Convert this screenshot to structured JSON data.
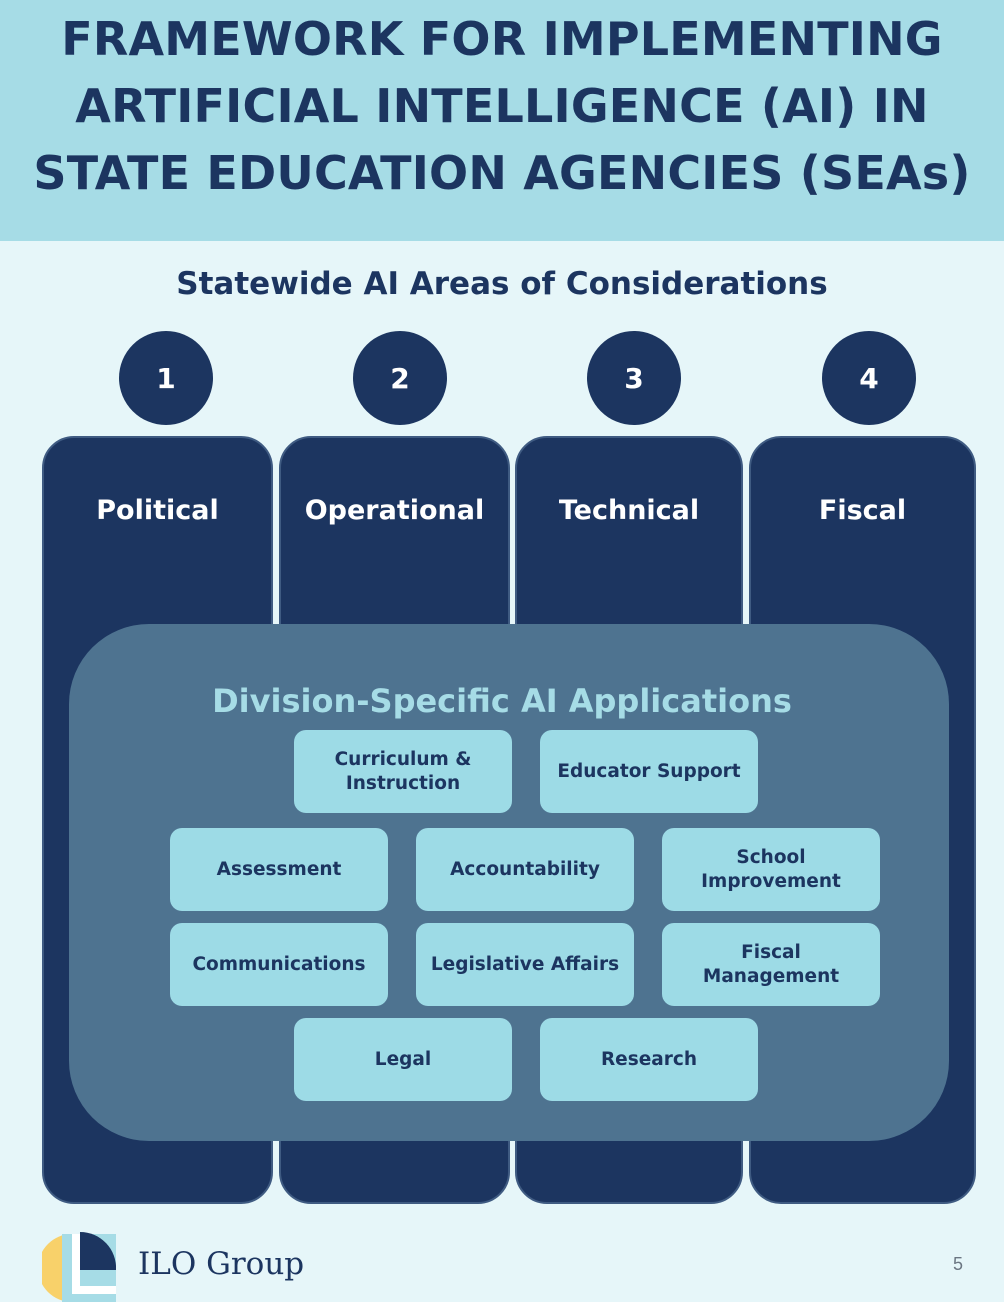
{
  "header": {
    "title_lines": [
      "FRAMEWORK FOR IMPLEMENTING",
      "ARTIFICIAL INTELLIGENCE (AI) IN",
      "STATE EDUCATION AGENCIES (SEAs)"
    ]
  },
  "statewide": {
    "title": "Statewide AI Areas of Considerations",
    "areas": [
      {
        "number": "1",
        "label": "Political"
      },
      {
        "number": "2",
        "label": "Operational"
      },
      {
        "number": "3",
        "label": "Technical"
      },
      {
        "number": "4",
        "label": "Fiscal"
      }
    ]
  },
  "division": {
    "title": "Division-Specific AI Applications",
    "applications": [
      "Curriculum & Instruction",
      "Educator Support",
      "Assessment",
      "Accountability",
      "School Improvement",
      "Communications",
      "Legislative Affairs",
      "Fiscal Management",
      "Legal",
      "Research"
    ]
  },
  "footer": {
    "brand": "ILO Group",
    "page_number": "5"
  },
  "colors": {
    "navy": "#1c3560",
    "header_bg": "#a6dce6",
    "page_bg": "#e6f6f9",
    "division_bg": "#4e7390",
    "tile_bg": "#9ddbe6",
    "logo_yellow": "#f8d16a"
  }
}
